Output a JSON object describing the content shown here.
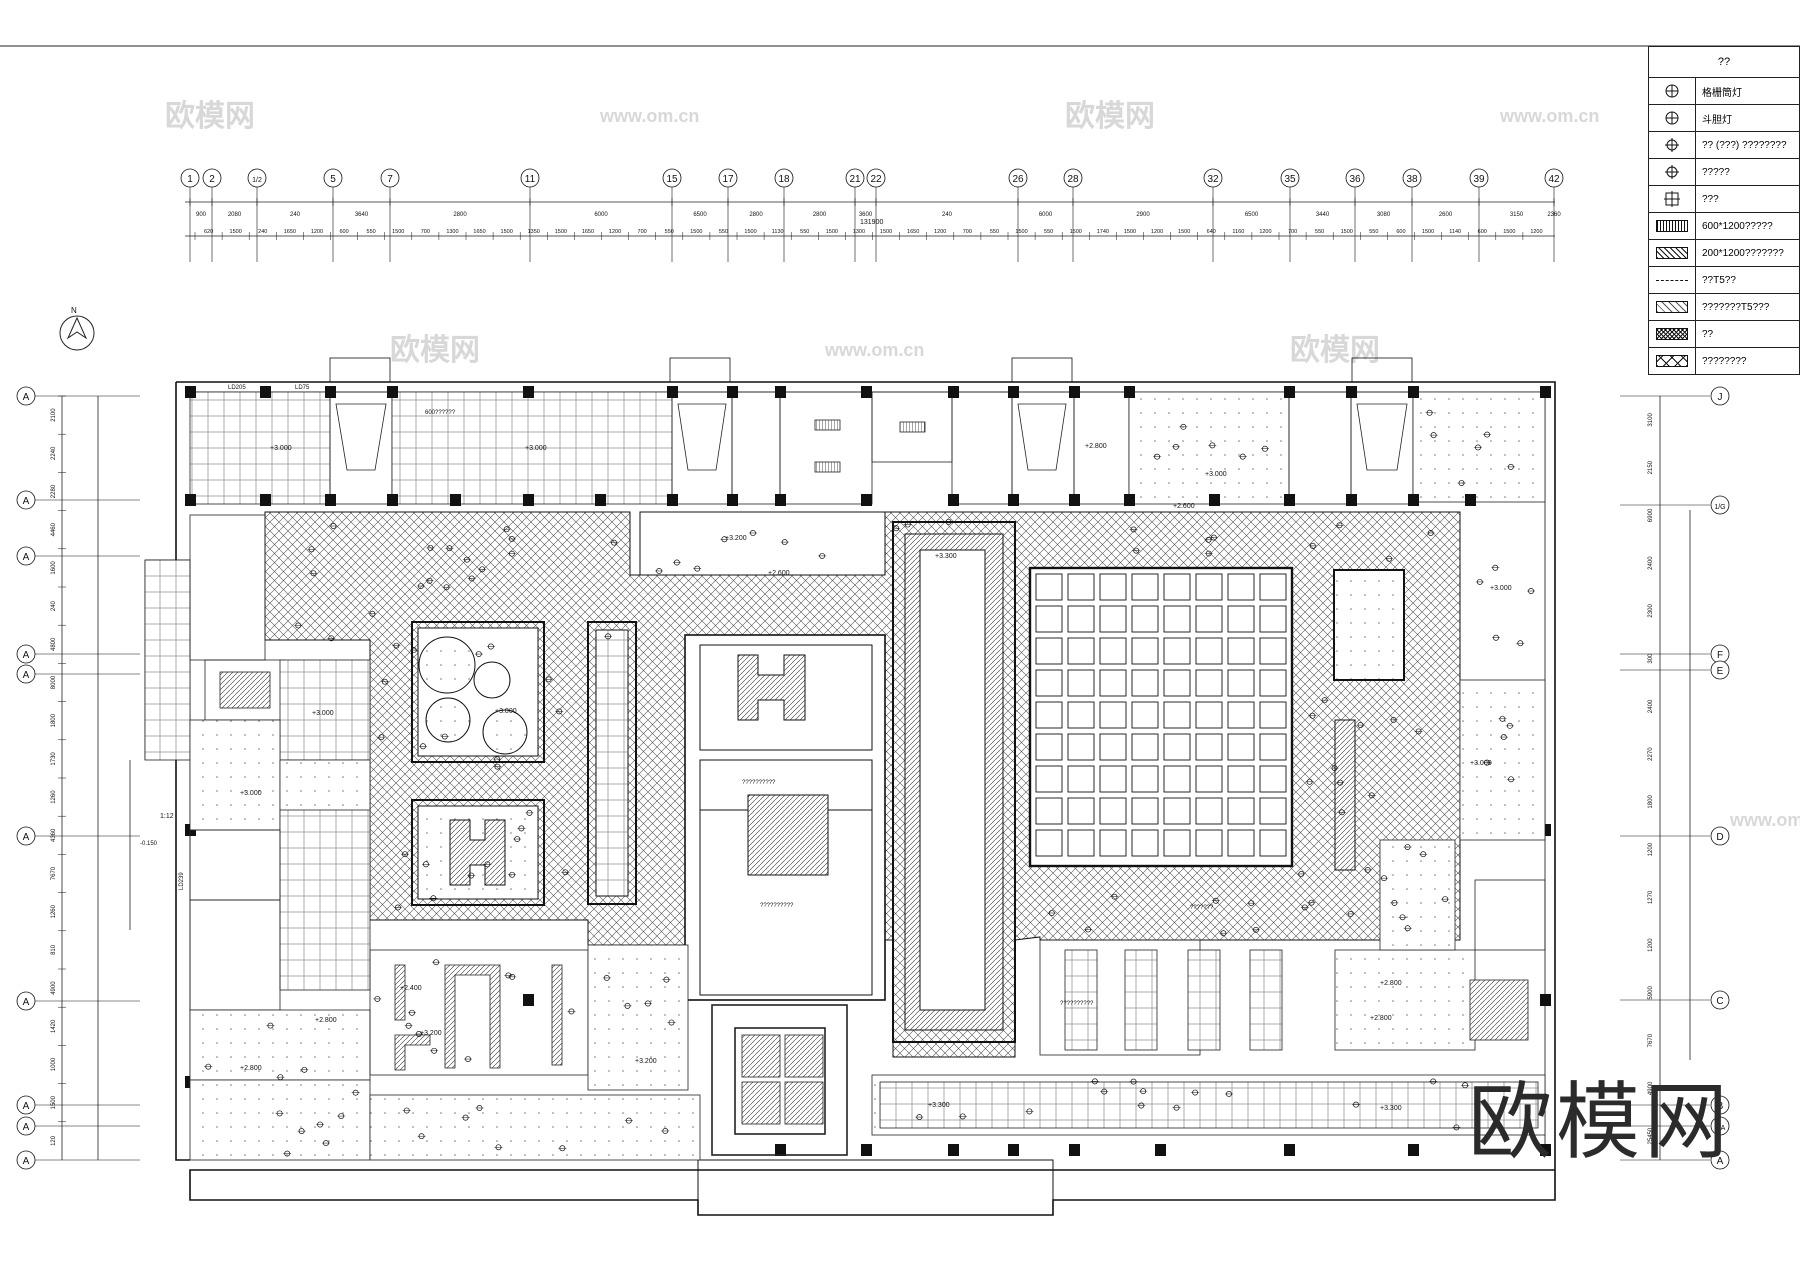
{
  "legend": {
    "title": "??",
    "rows": [
      {
        "icon": "ceiling-spotlight-icon",
        "label": "格栅筒灯"
      },
      {
        "icon": "downlight-icon",
        "label": "斗胆灯"
      },
      {
        "icon": "exhaust-fan-icon",
        "label": "?? (???) ????????"
      },
      {
        "icon": "grille-light-icon",
        "label": "?????"
      },
      {
        "icon": "vent-icon",
        "label": "???"
      },
      {
        "icon": "dense-hatch-swatch",
        "label": "600*1200?????"
      },
      {
        "icon": "diagonal-hatch-swatch",
        "label": "200*1200???????"
      },
      {
        "icon": "dashed-line-swatch",
        "label": "??T5??"
      },
      {
        "icon": "light-diagonal-swatch",
        "label": "???????T5???"
      },
      {
        "icon": "crosshatch-swatch",
        "label": "??"
      },
      {
        "icon": "x-pattern-swatch",
        "label": "????????"
      }
    ]
  },
  "grid_axes": [
    "1",
    "2",
    "1/2",
    "5",
    "7",
    "11",
    "15",
    "17",
    "18",
    "21",
    "22",
    "26",
    "28",
    "32",
    "35",
    "36",
    "38",
    "39",
    "42"
  ],
  "row_axes_left": [
    "A",
    "A",
    "A",
    "A",
    "A",
    "A",
    "A",
    "A",
    "A",
    "A",
    "A",
    "A"
  ],
  "row_axes_right": [
    "J",
    "1/G",
    "F",
    "E",
    "D",
    "C",
    "B",
    "1/A",
    "A"
  ],
  "dim_top_upper": [
    "900",
    "2080",
    "240",
    "3640",
    "2800",
    "6000",
    "6500",
    "2800",
    "2800",
    "3600",
    "240",
    "6000",
    "2900",
    "6500",
    "3440",
    "3080",
    "2600",
    "3150",
    "2360"
  ],
  "dim_top_lower": [
    "620",
    "1500",
    "240",
    "1650",
    "1200",
    "600",
    "550",
    "1500",
    "700",
    "1300",
    "1650",
    "1500",
    "1350",
    "1500",
    "1650",
    "1200",
    "700",
    "550",
    "1500",
    "550",
    "1500",
    "1130",
    "550",
    "1500",
    "1300",
    "1500",
    "1650",
    "1200",
    "700",
    "550",
    "1500",
    "550",
    "1500",
    "1740",
    "1500",
    "1200",
    "1500",
    "640",
    "1160",
    "1200",
    "700",
    "550",
    "1500",
    "550",
    "600",
    "1500",
    "1140",
    "600",
    "1500",
    "1200"
  ],
  "dim_top_total": "131900",
  "dim_left": [
    "2100",
    "2240",
    "2280",
    "4460",
    "1600",
    "240",
    "4800",
    "8000",
    "1800",
    "1730",
    "1260",
    "4360",
    "7670",
    "1260",
    "810",
    "4900",
    "1420",
    "1000",
    "1500",
    "120"
  ],
  "dim_right": [
    "3100",
    "2150",
    "6900",
    "2400",
    "2300",
    "300",
    "2400",
    "2270",
    "1800",
    "1200",
    "1270",
    "1200",
    "5900",
    "7670",
    "4900",
    "25450"
  ],
  "heights": [
    "+3.000",
    "+3.200",
    "+2.600",
    "+3.300",
    "+2.800",
    "+2.400"
  ],
  "notes": [
    "600??????",
    "LD205",
    "LD75",
    "LD239",
    "??????????",
    "??????????",
    "1:12",
    "-0.150",
    "???????",
    "??????????"
  ],
  "watermark_small": [
    "欧模网",
    "www.om.cn",
    "欧模网",
    "www.om.cn",
    "欧模网",
    "www.om.cn",
    "欧模网",
    "www.om.cn"
  ],
  "watermark_large": "欧模网",
  "north": "N"
}
